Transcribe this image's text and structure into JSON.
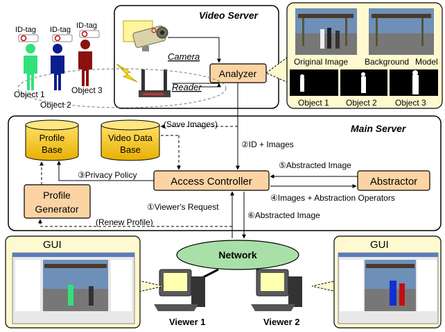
{
  "video_server": {
    "title": "Video Server",
    "camera_label": "Camera",
    "reader_label": "Reader",
    "analyzer_label": "Analyzer"
  },
  "objects": {
    "tags": [
      "ID-tag",
      "ID-tag",
      "ID-tag"
    ],
    "labels": [
      "Object 1",
      "Object 2",
      "Object 3"
    ],
    "colors": [
      "#33e07a",
      "#0a1e8c",
      "#8b1010"
    ]
  },
  "analysis": {
    "original_label": "Original Image",
    "background_label": "Background",
    "model_label": "Model",
    "object_labels": [
      "Object 1",
      "Object 2",
      "Object 3"
    ]
  },
  "main_server": {
    "title": "Main Server",
    "profile_base": [
      "Profile",
      "Base"
    ],
    "video_data_base": [
      "Video Data",
      "Base"
    ],
    "profile_generator": [
      "Profile",
      "Generator"
    ],
    "access_controller": "Access Controller",
    "abstractor": "Abstractor"
  },
  "flows": {
    "save_images": "(Save Images)",
    "id_images": "②ID + Images",
    "privacy_policy": "③Privacy Policy",
    "abstracted_image_5": "⑤Abstracted Image",
    "images_ops": "④Images + Abstraction Operators",
    "viewer_request": "①Viewer's Request",
    "abstracted_image_6": "⑥Abstracted Image",
    "renew_profile": "(Renew Profile)"
  },
  "network": {
    "label": "Network"
  },
  "viewers": {
    "labels": [
      "Viewer 1",
      "Viewer 2"
    ]
  },
  "gui": {
    "labels": [
      "GUI",
      "GUI"
    ]
  },
  "colors": {
    "box_fill": "#fcd4a4",
    "db_fill": "#f4c400",
    "network_fill": "#a8e0a8",
    "callout_fill": "#fff9cf"
  }
}
